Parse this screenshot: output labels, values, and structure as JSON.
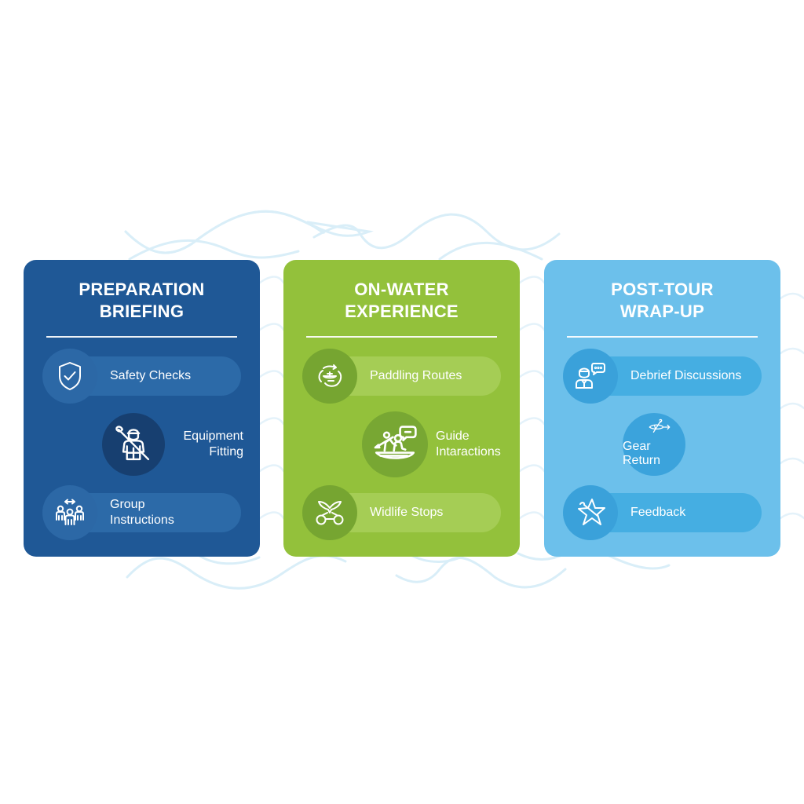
{
  "diagram": {
    "type": "three-phase process cards",
    "background_color": "#ffffff",
    "wave_color": "#d7ecf7"
  },
  "cards": [
    {
      "id": "preparation",
      "title": "PREPARATION\nBRIEFING",
      "color": "#1f5896",
      "items": [
        {
          "label": "Safety Checks",
          "icon": "shield-check-icon"
        },
        {
          "label": "Equipment\nFitting",
          "icon": "person-paddle-lifejacket-icon"
        },
        {
          "label": "Group\nInstructions",
          "icon": "group-people-icon"
        }
      ]
    },
    {
      "id": "on-water",
      "title": "ON-WATER\nEXPERIENCE",
      "color": "#93c13b",
      "items": [
        {
          "label": "Paddling Routes",
          "icon": "route-loop-icon"
        },
        {
          "label": "Guide\nIntaractions",
          "icon": "kayak-guide-chat-icon"
        },
        {
          "label": "Widlife Stops",
          "icon": "whale-tail-binoculars-icon"
        }
      ]
    },
    {
      "id": "post-tour",
      "title": "POST-TOUR\nWRAP-UP",
      "color": "#6cc0eb",
      "items": [
        {
          "label": "Debrief Discussions",
          "icon": "person-speech-icon"
        },
        {
          "label": "Gear Return",
          "icon": "kayak-return-arrow-icon"
        },
        {
          "label": "Feedback",
          "icon": "star-icon"
        }
      ]
    }
  ]
}
